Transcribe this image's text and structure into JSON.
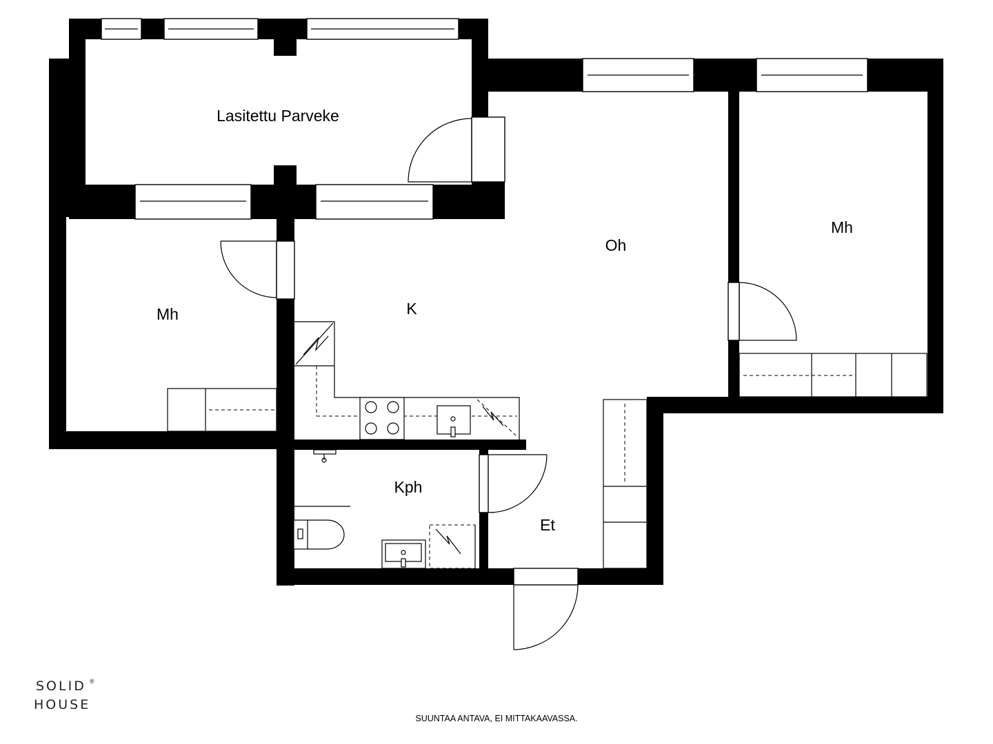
{
  "rooms": {
    "balcony": "Lasitettu Parveke",
    "bedroom_left": "Mh",
    "kitchen": "K",
    "living_room": "Oh",
    "bedroom_right": "Mh",
    "bathroom": "Kph",
    "hallway": "Et"
  },
  "logo": {
    "line1": "SOLID",
    "line2": "HOUSE",
    "mark": "®"
  },
  "disclaimer": "SUUNTAA ANTAVA, EI MITTAKAAVASSA."
}
